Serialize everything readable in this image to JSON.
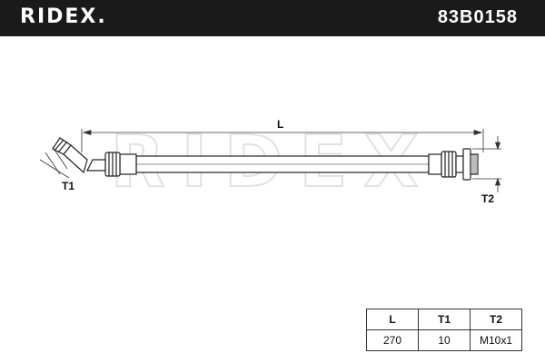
{
  "header": {
    "brand": "RIDEX.",
    "part_number": "83B0158"
  },
  "watermark": "RIDEX",
  "dimensions": {
    "length": "L",
    "thread_1": "T1",
    "thread_2": "T2"
  },
  "spec_table": {
    "headers": [
      "L",
      "T1",
      "T2"
    ],
    "values": [
      "270",
      "10",
      "M10x1"
    ]
  },
  "colors": {
    "header_bg": "#1a1a1a",
    "line": "#222222",
    "watermark": "#e6e6e6"
  }
}
